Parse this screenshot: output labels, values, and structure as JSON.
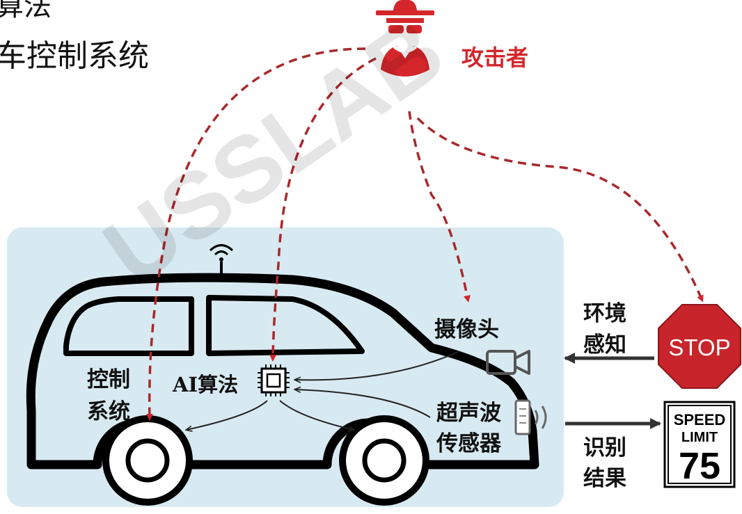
{
  "header": {
    "line1": "算法",
    "line2": "车控制系统"
  },
  "watermark": "USSLAB",
  "diagram": {
    "attacker_label": "攻击者",
    "camera_label": "摄像头",
    "ai_label": "AI算法",
    "control_label_1": "控制",
    "control_label_2": "系统",
    "ultrasonic_label_1": "超声波",
    "ultrasonic_label_2": "传感器",
    "perception_label_1": "环境",
    "perception_label_2": "感知",
    "result_label_1": "识别",
    "result_label_2": "结果",
    "stop_sign_text": "STOP",
    "speed_sign_line1": "SPEED",
    "speed_sign_line2": "LIMIT",
    "speed_sign_value": "75"
  },
  "colors": {
    "panel": "#d8eaf1",
    "attack_red": "#d4262b",
    "stop_red": "#c7252b",
    "ink": "#111111"
  },
  "icons": [
    "attacker-icon",
    "wifi-antenna-icon",
    "chip-icon",
    "camera-icon",
    "ultrasonic-sensor-icon",
    "stop-sign-icon",
    "speed-limit-sign-icon"
  ]
}
